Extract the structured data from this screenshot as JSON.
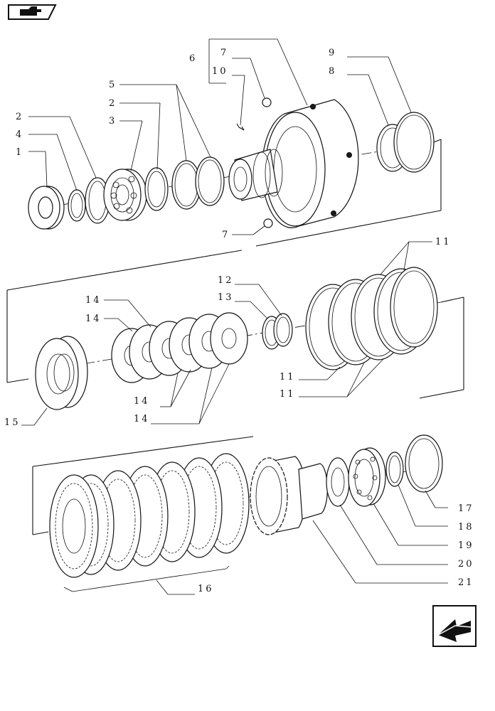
{
  "diagram": {
    "callouts": {
      "c1": "1",
      "c2a": "2",
      "c4": "4",
      "c3": "3",
      "c2b": "2",
      "c5": "5",
      "c6": "6",
      "c7a": "7",
      "c10": "10",
      "c7b": "7",
      "c9": "9",
      "c8": "8",
      "c11a": "11",
      "c11b": "11",
      "c11c": "11",
      "c12": "12",
      "c13": "13",
      "c14a": "14",
      "c14b": "14",
      "c14c": "14",
      "c14d": "14",
      "c15": "15",
      "c16": "16",
      "c17": "17",
      "c18": "18",
      "c19": "19",
      "c20": "20",
      "c21": "21"
    },
    "icons": {
      "top_left": "hand-pointer-icon",
      "bottom_right": "next-page-arrow-icon"
    },
    "colors": {
      "ink": "#111111",
      "paper": "#ffffff"
    }
  }
}
